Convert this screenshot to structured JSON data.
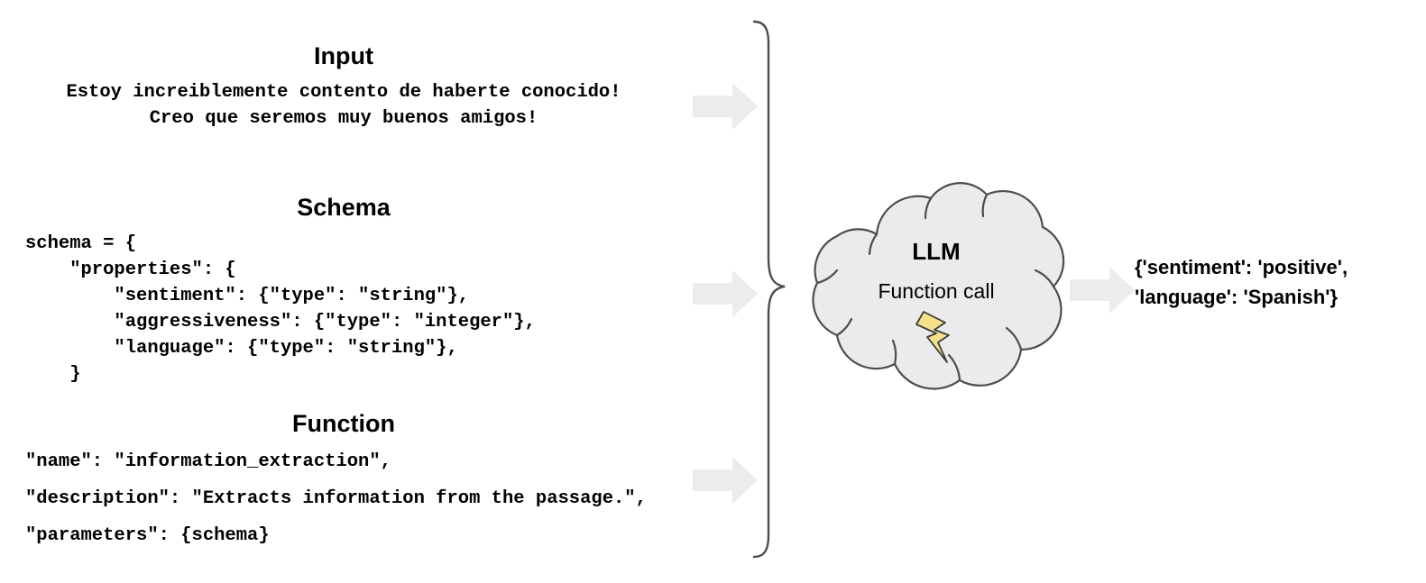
{
  "diagram": {
    "title": "LLM function-call information extraction flow",
    "colors": {
      "arrow_fill": "#ececec",
      "cloud_fill": "#ebebeb",
      "cloud_stroke": "#4d4d4d",
      "brace_stroke": "#4d4d4d",
      "bolt_fill": "#f7e08c",
      "bolt_stroke": "#3d3d3d",
      "text": "#000000",
      "background": "#ffffff"
    }
  },
  "input": {
    "heading": "Input",
    "line1": "Estoy increiblemente contento de haberte conocido!",
    "line2": "Creo que seremos muy buenos amigos!"
  },
  "schema": {
    "heading": "Schema",
    "code": "schema = {\n    \"properties\": {\n        \"sentiment\": {\"type\": \"string\"},\n        \"aggressiveness\": {\"type\": \"integer\"},\n        \"language\": {\"type\": \"string\"},\n    }"
  },
  "function": {
    "heading": "Function",
    "line1": "\"name\": \"information_extraction\",",
    "line2": "\"description\": \"Extracts information from the passage.\",",
    "line3": "\"parameters\": {schema}"
  },
  "cloud": {
    "title": "LLM",
    "subtitle": "Function call",
    "bolt_icon": "lightning-bolt-icon"
  },
  "arrows": {
    "input_arrow": "arrow-right",
    "schema_arrow": "arrow-right",
    "function_arrow": "arrow-right",
    "output_arrow": "arrow-right"
  },
  "brace": {
    "icon": "right-curly-brace"
  },
  "output": {
    "text": "{'sentiment': 'positive',\n'language': 'Spanish'}"
  }
}
